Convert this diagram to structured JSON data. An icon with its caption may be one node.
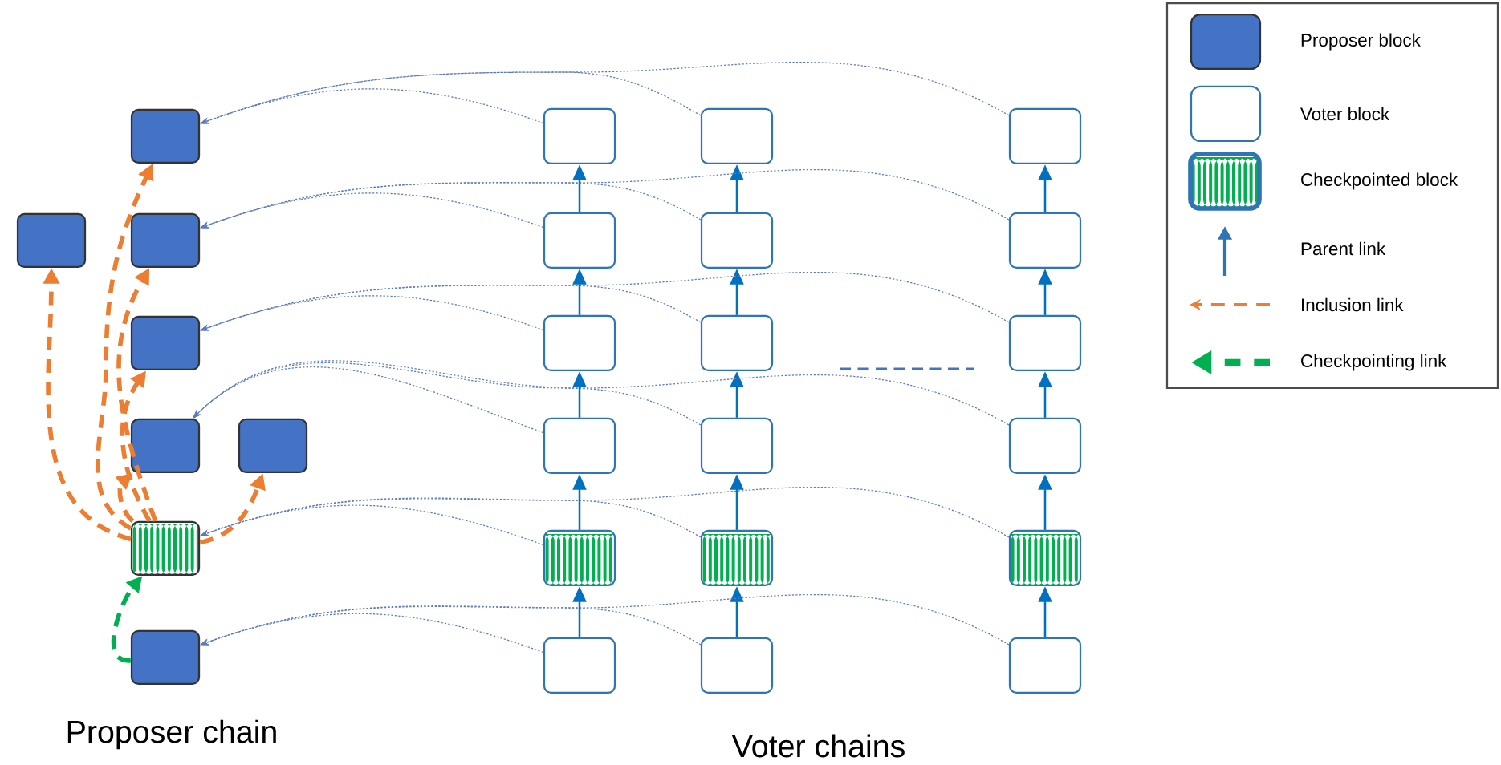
{
  "diagram": {
    "nodes": [
      {
        "text": [],
        "shape": "box"
      },
      {
        "text": [],
        "shape": "box"
      },
      {
        "text": [],
        "shape": "box"
      },
      {
        "text": [],
        "shape": "box"
      },
      {
        "text": [],
        "shape": "box"
      },
      {
        "text": [],
        "shape": "box"
      },
      {
        "text": [],
        "shape": "box"
      },
      {
        "text": [],
        "shape": "box"
      },
      {
        "text": [],
        "shape": "box"
      },
      {
        "text": [],
        "shape": "box"
      },
      {
        "text": [],
        "shape": "box"
      },
      {
        "text": [],
        "shape": "box"
      },
      {
        "text": [],
        "shape": "box"
      },
      {
        "text": [],
        "shape": "box"
      },
      {
        "text": [],
        "shape": "box"
      },
      {
        "text": [],
        "shape": "box"
      },
      {
        "text": [],
        "shape": "box"
      },
      {
        "text": [],
        "shape": "box"
      },
      {
        "text": [],
        "shape": "box"
      },
      {
        "text": [],
        "shape": "box"
      },
      {
        "text": [],
        "shape": "box"
      },
      {
        "text": [],
        "shape": "box"
      },
      {
        "text": [],
        "shape": "box"
      },
      {
        "text": [],
        "shape": "box"
      },
      {
        "text": [],
        "shape": "box"
      },
      {
        "text": [],
        "shape": "box"
      }
    ],
    "edges": [
      {
        "from": 9,
        "to": 8,
        "arrow": "to",
        "color": "#0070c0"
      },
      {
        "from": 10,
        "to": 9,
        "arrow": "to",
        "color": "#0070c0"
      },
      {
        "from": 11,
        "to": 10,
        "arrow": "to",
        "color": "#0070c0"
      },
      {
        "from": 12,
        "to": 11,
        "arrow": "to",
        "color": "#0070c0"
      },
      {
        "from": 13,
        "to": 12,
        "arrow": "to",
        "color": "#0070c0"
      },
      {
        "from": 15,
        "to": 14,
        "arrow": "to",
        "color": "#0070c0"
      },
      {
        "from": 16,
        "to": 15,
        "arrow": "to",
        "color": "#0070c0"
      },
      {
        "from": 17,
        "to": 16,
        "arrow": "to",
        "color": "#0070c0"
      },
      {
        "from": 18,
        "to": 17,
        "arrow": "to",
        "color": "#0070c0"
      },
      {
        "from": 19,
        "to": 18,
        "arrow": "to",
        "color": "#0070c0"
      },
      {
        "from": 21,
        "to": 20,
        "arrow": "to",
        "color": "#0070c0"
      },
      {
        "from": 22,
        "to": 21,
        "arrow": "to",
        "color": "#0070c0"
      },
      {
        "from": 23,
        "to": 22,
        "arrow": "to",
        "color": "#0070c0"
      },
      {
        "from": 24,
        "to": 23,
        "arrow": "to",
        "color": "#0070c0"
      },
      {
        "from": 25,
        "to": 24,
        "arrow": "to",
        "color": "#0070c0"
      },
      {
        "from": 6,
        "to": 0,
        "arrow": "to",
        "style": "dashed",
        "color": "#ed7d31"
      },
      {
        "from": 6,
        "to": 2,
        "arrow": "to",
        "style": "dashed",
        "color": "#ed7d31"
      },
      {
        "from": 6,
        "to": 3,
        "arrow": "to",
        "style": "dashed",
        "color": "#ed7d31"
      },
      {
        "from": 6,
        "to": 4,
        "arrow": "to",
        "style": "dashed",
        "color": "#ed7d31"
      },
      {
        "from": 6,
        "to": 1,
        "arrow": "to",
        "style": "dashed",
        "color": "#ed7d31"
      },
      {
        "from": 6,
        "to": 5,
        "arrow": "to",
        "style": "dashed",
        "color": "#ed7d31"
      },
      {
        "from": 7,
        "to": 6,
        "arrow": "to",
        "style": "dashed",
        "color": "#00b050"
      },
      {
        "from": 8,
        "to": 0,
        "arrow": "to",
        "style": "dashed"
      },
      {
        "from": 14,
        "to": 0,
        "arrow": "to",
        "style": "dashed"
      },
      {
        "from": 20,
        "to": 0,
        "arrow": "to",
        "style": "dashed"
      },
      {
        "from": 9,
        "to": 2,
        "arrow": "to",
        "style": "dashed"
      },
      {
        "from": 15,
        "to": 2,
        "arrow": "to",
        "style": "dashed"
      },
      {
        "from": 21,
        "to": 2,
        "arrow": "to",
        "style": "dashed"
      },
      {
        "from": 10,
        "to": 3,
        "arrow": "to",
        "style": "dashed"
      },
      {
        "from": 16,
        "to": 3,
        "arrow": "to",
        "style": "dashed"
      },
      {
        "from": 22,
        "to": 3,
        "arrow": "to",
        "style": "dashed"
      },
      {
        "from": 11,
        "to": 4,
        "arrow": "to",
        "style": "dashed"
      },
      {
        "from": 17,
        "to": 4,
        "arrow": "to",
        "style": "dashed"
      },
      {
        "from": 23,
        "to": 4,
        "arrow": "to",
        "style": "dashed"
      },
      {
        "from": 12,
        "to": 6,
        "arrow": "to",
        "style": "dashed"
      },
      {
        "from": 18,
        "to": 6,
        "arrow": "to",
        "style": "dashed"
      },
      {
        "from": 24,
        "to": 6,
        "arrow": "to",
        "style": "dashed"
      },
      {
        "from": 13,
        "to": 7,
        "arrow": "to",
        "style": "dashed"
      },
      {
        "from": 19,
        "to": 7,
        "arrow": "to",
        "style": "dashed"
      },
      {
        "from": 25,
        "to": 7,
        "arrow": "to",
        "style": "dashed"
      }
    ],
    "labels": [
      "Proposer chain",
      "Voter chains"
    ],
    "legend": [
      {
        "text": "Proposer block",
        "color": "#4472c4"
      },
      {
        "text": "Voter block"
      },
      {
        "text": "Checkpointed block"
      },
      {
        "text": "Parent link"
      },
      {
        "text": "Inclusion link"
      },
      {
        "text": "Checkpointing link"
      }
    ]
  }
}
